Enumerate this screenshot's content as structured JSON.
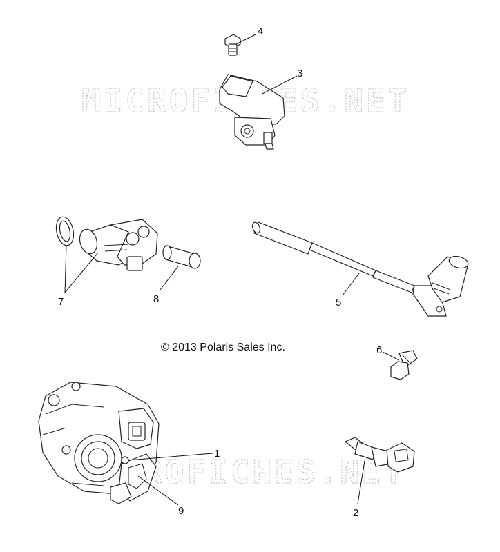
{
  "watermark": "MICROFICHES.NET",
  "copyright": "© 2013 Polaris Sales Inc.",
  "callouts": {
    "c1": "1",
    "c2": "2",
    "c3": "3",
    "c4": "4",
    "c5": "5",
    "c6": "6",
    "c7": "7",
    "c8": "8",
    "c9": "9"
  }
}
